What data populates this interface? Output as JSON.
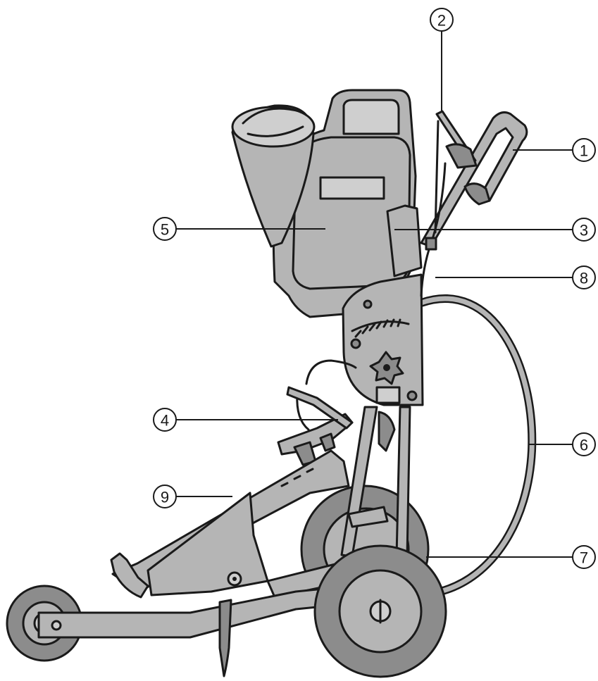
{
  "callouts": [
    {
      "id": "c1",
      "number": "1",
      "part": "handle"
    },
    {
      "id": "c2",
      "number": "2",
      "part": "cable-lever"
    },
    {
      "id": "c3",
      "number": "3",
      "part": "tank-bracket"
    },
    {
      "id": "c4",
      "number": "4",
      "part": "spray-gun-holder"
    },
    {
      "id": "c5",
      "number": "5",
      "part": "paint-tank"
    },
    {
      "id": "c6",
      "number": "6",
      "part": "hose"
    },
    {
      "id": "c7",
      "number": "7",
      "part": "rear-wheel"
    },
    {
      "id": "c8",
      "number": "8",
      "part": "cable"
    },
    {
      "id": "c9",
      "number": "9",
      "part": "frame-arm"
    }
  ],
  "colors": {
    "line": "#1a1a1a",
    "fill": "#b5b5b5",
    "fill_dark": "#8c8c8c",
    "fill_light": "#cfcfcf",
    "background": "#ffffff"
  }
}
